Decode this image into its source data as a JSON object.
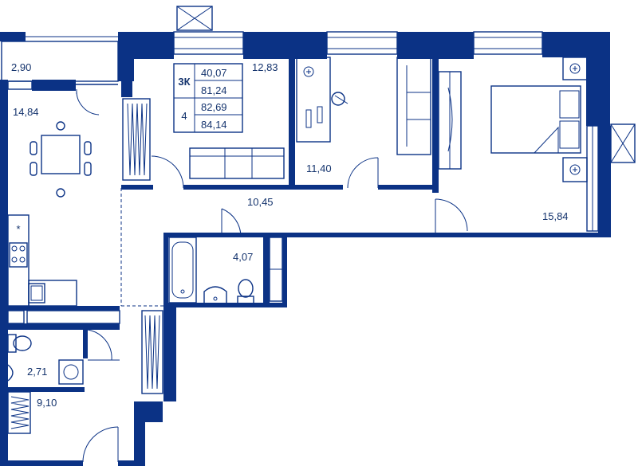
{
  "plan_info": {
    "type_label": "3К",
    "floor_label": "4",
    "areas": [
      "40,07",
      "81,24",
      "82,69",
      "84,14"
    ]
  },
  "rooms": [
    {
      "id": "balcony",
      "area": "2,90"
    },
    {
      "id": "kitchen",
      "area": "14,84"
    },
    {
      "id": "living",
      "area": "12,83"
    },
    {
      "id": "study",
      "area": "11,40"
    },
    {
      "id": "hall",
      "area": "10,45"
    },
    {
      "id": "bedroom",
      "area": "15,84"
    },
    {
      "id": "bathroom",
      "area": "4,07"
    },
    {
      "id": "toilet",
      "area": "2,71"
    },
    {
      "id": "entry",
      "area": "9,10"
    }
  ],
  "colors": {
    "wall": "#0b3285",
    "text": "#14336d",
    "background": "#ffffff"
  }
}
